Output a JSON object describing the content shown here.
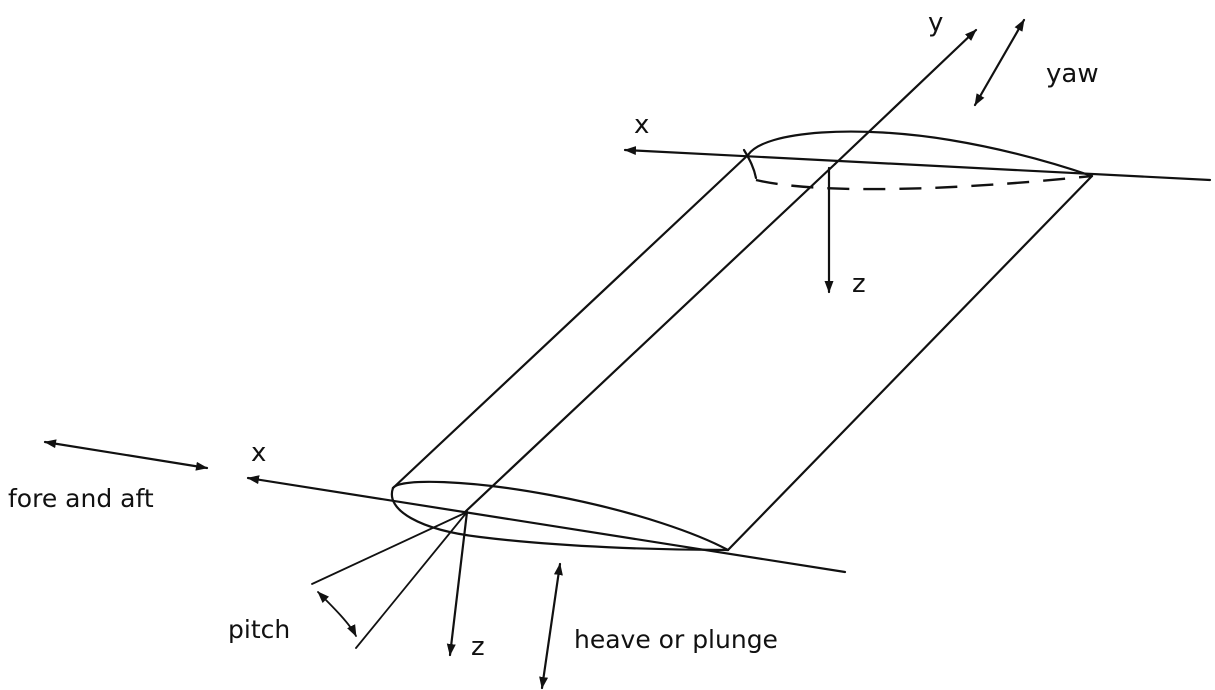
{
  "labels": {
    "y_axis": "y",
    "yaw": "yaw",
    "x_top": "x",
    "z_top": "z",
    "x_bottom": "x",
    "fore_and_aft": "fore and aft",
    "pitch": "pitch",
    "z_bottom": "z",
    "heave": "heave or plunge"
  }
}
